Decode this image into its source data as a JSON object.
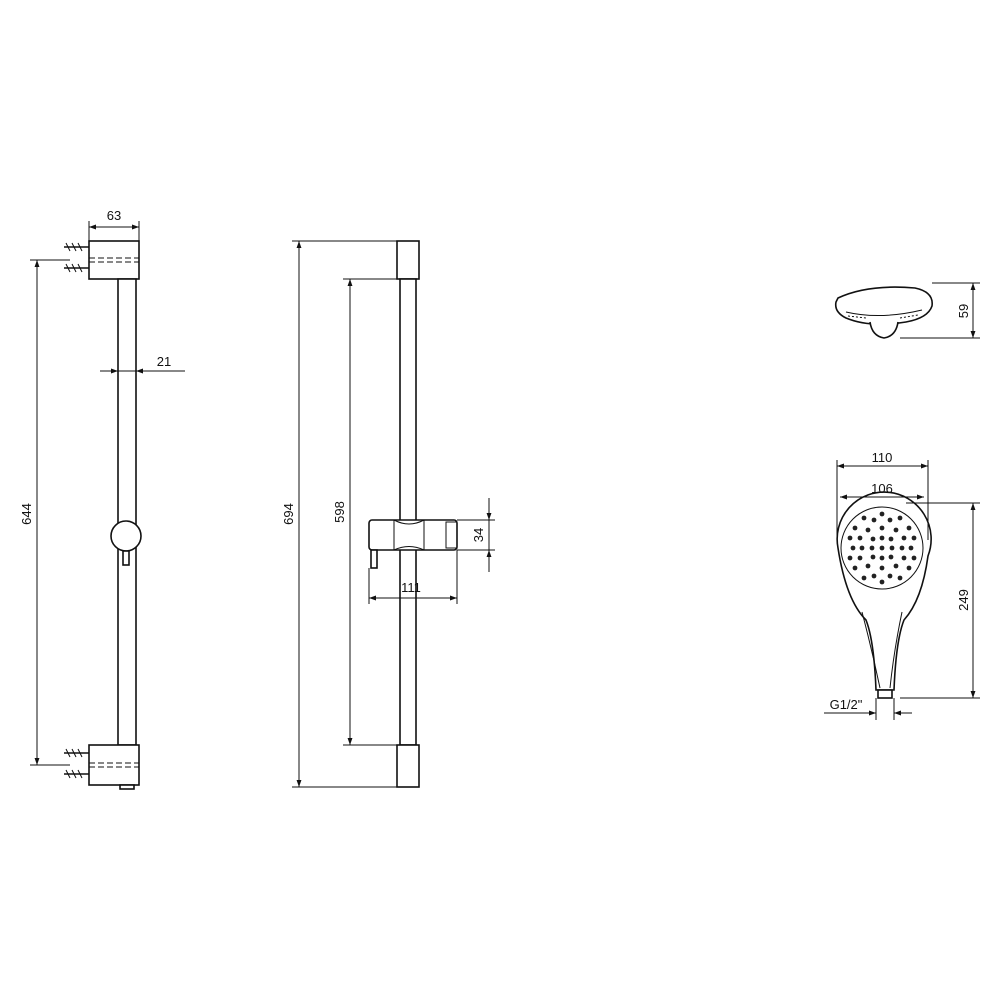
{
  "drawing": {
    "dimensions": {
      "bracket_depth": "63",
      "rail_diameter": "21",
      "bracket_spacing": "644",
      "total_height": "694",
      "rail_length": "598",
      "slider_height": "34",
      "slider_depth": "111",
      "head_thickness": "59",
      "head_width_outer": "110",
      "head_width_inner": "106",
      "handset_length": "249",
      "thread": "G1/2\""
    }
  }
}
